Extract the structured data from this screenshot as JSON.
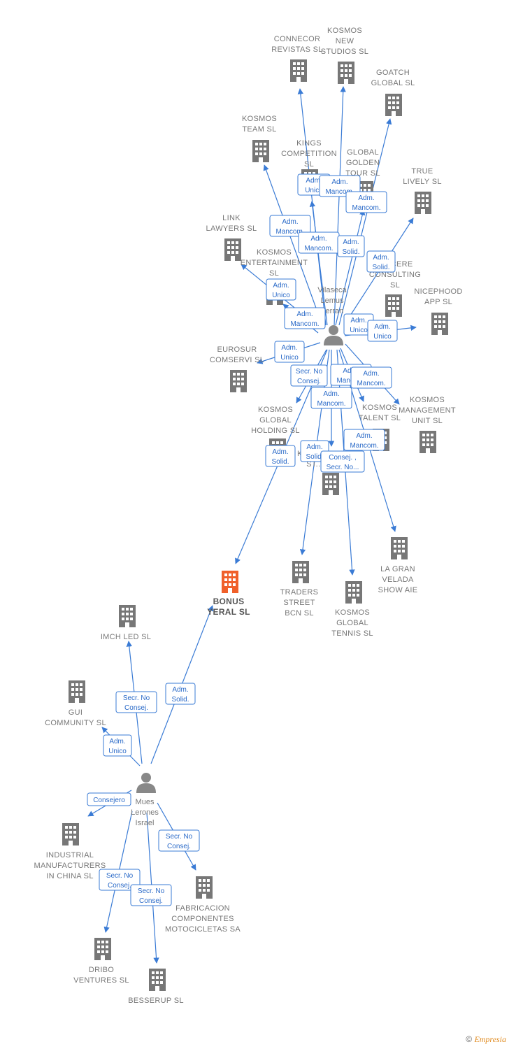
{
  "colors": {
    "edge": "#3a7bd5",
    "company": "#777777",
    "focus": "#f0602a",
    "person": "#888888"
  },
  "persons": [
    {
      "id": "vila",
      "lines": [
        "Vilaseca",
        "Lemus",
        "Ferran"
      ]
    },
    {
      "id": "mues",
      "lines": [
        "Mues",
        "Lerones",
        "Israel"
      ]
    }
  ],
  "companies": [
    {
      "id": "connecor",
      "lines": [
        "CONNECOR",
        "REVISTAS  SL"
      ]
    },
    {
      "id": "kosmosnew",
      "lines": [
        "KOSMOS",
        "NEW",
        "STUDIOS  SL"
      ]
    },
    {
      "id": "goatch",
      "lines": [
        "GOATCH",
        "GLOBAL  SL"
      ]
    },
    {
      "id": "kosmosteam",
      "lines": [
        "KOSMOS",
        "TEAM  SL"
      ]
    },
    {
      "id": "kings",
      "lines": [
        "KINGS",
        "COMPETITION",
        "SL"
      ]
    },
    {
      "id": "globalgolden",
      "lines": [
        "GLOBAL",
        "GOLDEN",
        "TOUR  SL"
      ]
    },
    {
      "id": "truelively",
      "lines": [
        "TRUE",
        "LIVELY  SL"
      ]
    },
    {
      "id": "link",
      "lines": [
        "LINK",
        "LAWYERS  SL"
      ]
    },
    {
      "id": "kosmosent",
      "lines": [
        "KOSMOS",
        "ENTERTAINMENT",
        "SL"
      ]
    },
    {
      "id": "sincere",
      "lines": [
        "SINCERE",
        "CONSULTING",
        "SL"
      ]
    },
    {
      "id": "nicephood",
      "lines": [
        "NICEPHOOD",
        "APP  SL"
      ]
    },
    {
      "id": "eurosur",
      "lines": [
        "EUROSUR",
        "COMSERVI  SL"
      ]
    },
    {
      "id": "kosmosglobal",
      "lines": [
        "KOSMOS",
        "GLOBAL",
        "HOLDING  SL"
      ]
    },
    {
      "id": "kosmostalent",
      "lines": [
        "KOSMOS",
        "TALENT  SL"
      ]
    },
    {
      "id": "kosmosmgmt",
      "lines": [
        "KOSMOS",
        "MANAGEMENT",
        "UNIT  SL"
      ]
    },
    {
      "id": "kosmosst",
      "lines": [
        "KOSMOS",
        "ST..."
      ]
    },
    {
      "id": "lagran",
      "lines": [
        "LA GRAN",
        "VELADA",
        "SHOW  AIE"
      ]
    },
    {
      "id": "bonus",
      "lines": [
        "BONUS",
        "YERAL  SL"
      ],
      "focus": true
    },
    {
      "id": "traders",
      "lines": [
        "TRADERS",
        "STREET",
        "BCN  SL"
      ]
    },
    {
      "id": "kosmostennis",
      "lines": [
        "KOSMOS",
        "GLOBAL",
        "TENNIS  SL"
      ]
    },
    {
      "id": "imch",
      "lines": [
        "IMCH LED SL"
      ]
    },
    {
      "id": "gui",
      "lines": [
        "GUI",
        "COMMUNITY SL"
      ]
    },
    {
      "id": "industrial",
      "lines": [
        "INDUSTRIAL",
        "MANUFACTURERS",
        "IN CHINA SL"
      ]
    },
    {
      "id": "fabricacion",
      "lines": [
        "FABRICACION",
        "COMPONENTES",
        "MOTOCICLETAS SA"
      ]
    },
    {
      "id": "dribo",
      "lines": [
        "DRIBO",
        "VENTURES  SL"
      ]
    },
    {
      "id": "besserup",
      "lines": [
        "BESSERUP SL"
      ]
    }
  ],
  "relations": [
    {
      "lines": [
        "Adm.",
        "Unico"
      ]
    },
    {
      "lines": [
        "Adm.",
        "Mancom."
      ]
    },
    {
      "lines": [
        "Adm.",
        "Mancom."
      ]
    },
    {
      "lines": [
        "Adm.",
        "Mancom."
      ]
    },
    {
      "lines": [
        "Adm.",
        "Mancom."
      ]
    },
    {
      "lines": [
        "Adm.",
        "Solid."
      ]
    },
    {
      "lines": [
        "Adm.",
        "Solid."
      ]
    },
    {
      "lines": [
        "Adm.",
        "Unico"
      ]
    },
    {
      "lines": [
        "Adm.",
        "Mancom."
      ]
    },
    {
      "lines": [
        "Adm.",
        "Unico"
      ]
    },
    {
      "lines": [
        "Adm.",
        "Unico"
      ]
    },
    {
      "lines": [
        "Adm.",
        "Unico"
      ]
    },
    {
      "lines": [
        "Secr.  No",
        "Consej."
      ]
    },
    {
      "lines": [
        "Adm.",
        "Mancom."
      ]
    },
    {
      "lines": [
        "Adm.",
        "Mancom."
      ]
    },
    {
      "lines": [
        "Adm.",
        "Mancom."
      ]
    },
    {
      "lines": [
        "Adm.",
        "Solid."
      ]
    },
    {
      "lines": [
        "Adm.",
        "Solid."
      ]
    },
    {
      "lines": [
        "Consej. ,",
        "Secr. No..."
      ]
    },
    {
      "lines": [
        "Adm.",
        "Mancom."
      ]
    },
    {
      "lines": [
        "Secr.  No",
        "Consej."
      ]
    },
    {
      "lines": [
        "Adm.",
        "Solid."
      ]
    },
    {
      "lines": [
        "Adm.",
        "Unico"
      ]
    },
    {
      "lines": [
        "Consejero"
      ]
    },
    {
      "lines": [
        "Secr.  No",
        "Consej."
      ]
    },
    {
      "lines": [
        "Secr.  No",
        "Consej."
      ]
    },
    {
      "lines": [
        "Secr.  No",
        "Consej."
      ]
    }
  ],
  "footer": {
    "copyright": "©",
    "brand": "Empresia"
  }
}
